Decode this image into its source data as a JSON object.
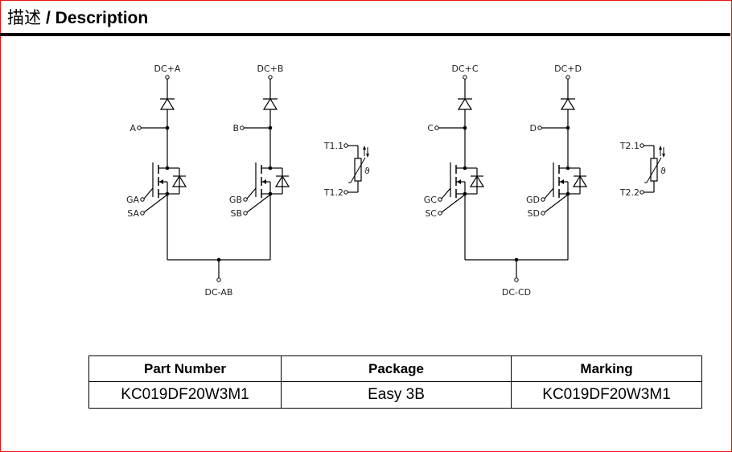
{
  "header": {
    "title_cn": "描述",
    "title_en": "/ Description"
  },
  "schematic": {
    "labels": {
      "dc_a": "DC+A",
      "dc_b": "DC+B",
      "dc_c": "DC+C",
      "dc_d": "DC+D",
      "a": "A",
      "b": "B",
      "c": "C",
      "d": "D",
      "ga": "GA",
      "sa": "SA",
      "gb": "GB",
      "sb": "SB",
      "gc": "GC",
      "sc": "SC",
      "gd": "GD",
      "sd": "SD",
      "dc_ab": "DC-AB",
      "dc_cd": "DC-CD",
      "t1_1": "T1.1",
      "t1_2": "T1.2",
      "t2_1": "T2.1",
      "t2_2": "T2.2",
      "theta": "ϑ"
    }
  },
  "table": {
    "headers": [
      "Part Number",
      "Package",
      "Marking"
    ],
    "rows": [
      [
        "KC019DF20W3M1",
        "Easy 3B",
        "KC019DF20W3M1"
      ]
    ]
  },
  "colors": {
    "frame": "#e8120f",
    "ink": "#000000"
  }
}
